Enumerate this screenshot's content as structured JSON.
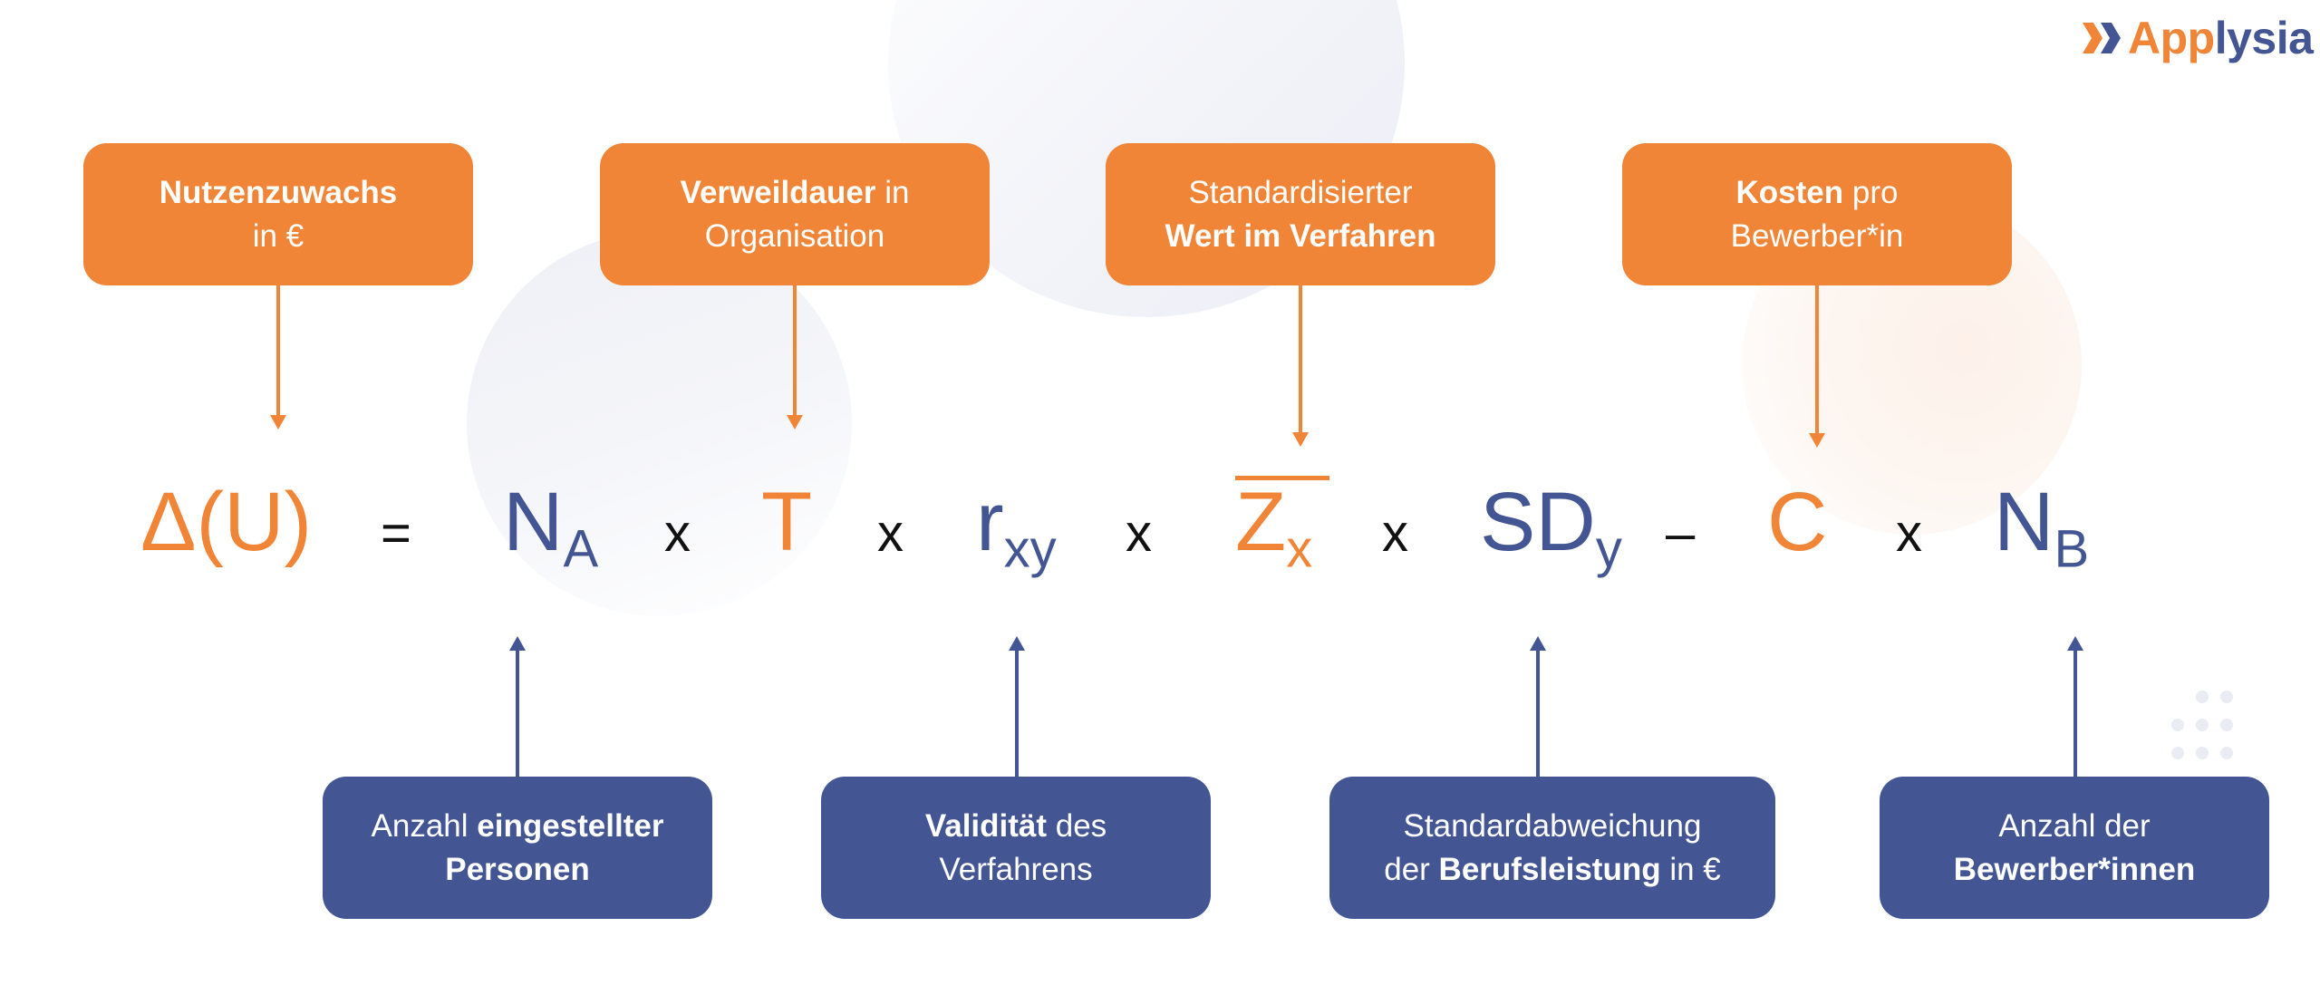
{
  "logo": {
    "part1": "App",
    "part2": "lysia",
    "icon": "double-chevron-icon"
  },
  "colors": {
    "orange": "#f08537",
    "blue": "#445594",
    "operator": "#111111"
  },
  "formula": {
    "lhs": "Δ(U)",
    "equals": "=",
    "terms": [
      {
        "symbol": "N",
        "sub": "A",
        "color": "blue"
      },
      {
        "symbol": "T",
        "sub": "",
        "color": "orange"
      },
      {
        "symbol": "r",
        "sub": "xy",
        "color": "blue"
      },
      {
        "symbol": "Z",
        "sub": "x",
        "color": "orange",
        "overline": true
      },
      {
        "symbol": "SD",
        "sub": "y",
        "color": "blue"
      },
      {
        "symbol": "C",
        "sub": "",
        "color": "orange"
      },
      {
        "symbol": "N",
        "sub": "B",
        "color": "blue"
      }
    ],
    "operators": [
      "x",
      "x",
      "x",
      "x",
      "–",
      "x"
    ]
  },
  "top_labels": [
    {
      "bold": "Nutzenzuwachs",
      "normal": "in €"
    },
    {
      "bold": "Verweildauer",
      "normal1": " in",
      "normal2": "Organisation"
    },
    {
      "normal": "Standardisierter",
      "bold": "Wert im Verfahren"
    },
    {
      "bold": "Kosten",
      "normal1": " pro",
      "normal2": "Bewerber*in"
    }
  ],
  "bottom_labels": [
    {
      "normal": "Anzahl ",
      "bold1": "eingestellter",
      "bold2": "Personen"
    },
    {
      "bold": "Validität",
      "normal1": " des",
      "normal2": "Verfahrens"
    },
    {
      "normal1": "Standardabweichung",
      "normal2": "der ",
      "bold": "Berufsleistung",
      "normal3": " in €"
    },
    {
      "normal1": "Anzahl der",
      "bold": "Bewerber*innen"
    }
  ]
}
